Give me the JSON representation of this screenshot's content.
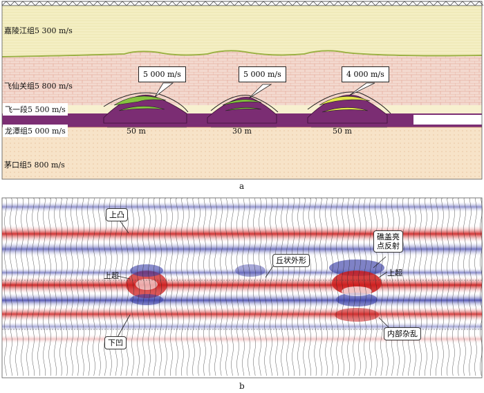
{
  "panel_a": {
    "layers": {
      "jialingjiang": "嘉陵江组5 300 m/s",
      "feixianguan": "飞仙关组5 800 m/s",
      "fei_one": "飞一段5 500 m/s",
      "longtan": "龙潭组5 000 m/s",
      "maokou": "茅口组5 800 m/s"
    },
    "reefs": [
      {
        "velocity": "5 000 m/s",
        "width": "50 m"
      },
      {
        "velocity": "5 000 m/s",
        "width": "30 m"
      },
      {
        "velocity": "4 000 m/s",
        "width": "50 m"
      }
    ],
    "caption": "a",
    "colors": {
      "jialingjiang": "#f4efc4",
      "feixianguan": "#f3d9cf",
      "fei_one": "#f7f0cf",
      "longtan": "#7b2d73",
      "maokou": "#f7e3c8",
      "reef_green": "#86c440",
      "reef_yellow": "#e4e64a"
    }
  },
  "panel_b": {
    "annotations": {
      "up_convex": "上凸",
      "onlap_left": "上超",
      "down_concave": "下凹",
      "mound": "丘状外形",
      "bright_spot": "礁盖亮\n点反射",
      "onlap_right": "上超",
      "internal_chaos": "内部杂乱"
    },
    "caption": "b",
    "colors": {
      "positive": "#cc1f1f",
      "negative": "#3b3fa8"
    }
  }
}
